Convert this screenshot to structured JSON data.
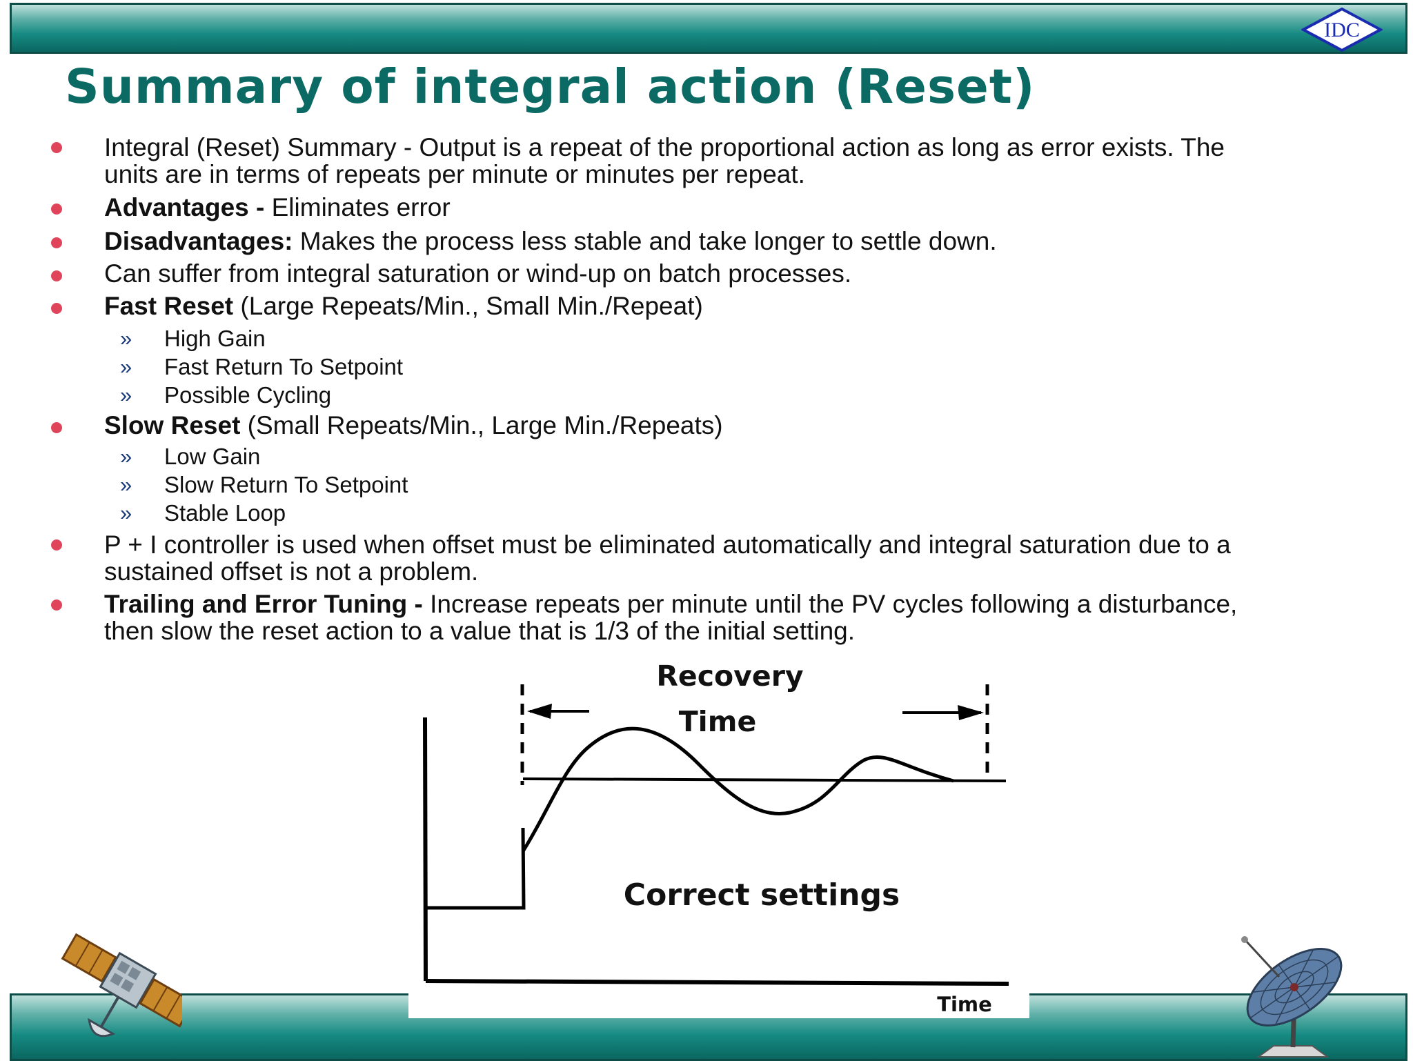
{
  "header": {
    "logo_text": "IDC",
    "title": "Summary of integral action (Reset)"
  },
  "bullets": [
    {
      "bold": "",
      "text": "Integral (Reset) Summary - Output is a repeat of the proportional action as long as error exists. The",
      "text2": "units are in terms of repeats per minute or minutes per repeat."
    },
    {
      "bold": "Advantages -",
      "text": " Eliminates error"
    },
    {
      "bold": "Disadvantages:",
      "text": " Makes the process less stable and take longer to settle down."
    },
    {
      "bold": "",
      "text": "Can suffer from integral saturation or wind-up on batch processes."
    },
    {
      "bold": "Fast Reset",
      "text": " (Large Repeats/Min., Small Min./Repeat)",
      "subs": [
        "High Gain",
        "Fast Return To Setpoint",
        "Possible Cycling"
      ]
    },
    {
      "bold": "Slow Reset",
      "text": " (Small Repeats/Min., Large Min./Repeats)",
      "subs": [
        "Low Gain",
        "Slow Return To Setpoint",
        "Stable Loop"
      ]
    },
    {
      "bold": "",
      "text": "P + I controller is used when offset must be eliminated automatically and integral saturation due to a",
      "text2": "sustained offset is not a problem."
    },
    {
      "bold": "Trailing and Error Tuning -",
      "text": " Increase repeats per minute until the PV cycles following a disturbance,",
      "text2": "then slow the reset action to a value that is 1/3 of the initial setting."
    }
  ],
  "sub_marker": "»",
  "figure": {
    "label_recovery_1": "Recovery",
    "label_recovery_2": "Time",
    "label_caption": "Correct settings",
    "label_axis": "Time"
  },
  "colors": {
    "title": "#0b6a63",
    "bullet": "#e0445a",
    "band": "#168b83"
  },
  "icons": [
    "satellite-icon",
    "satellite-dish-icon",
    "idc-logo"
  ]
}
